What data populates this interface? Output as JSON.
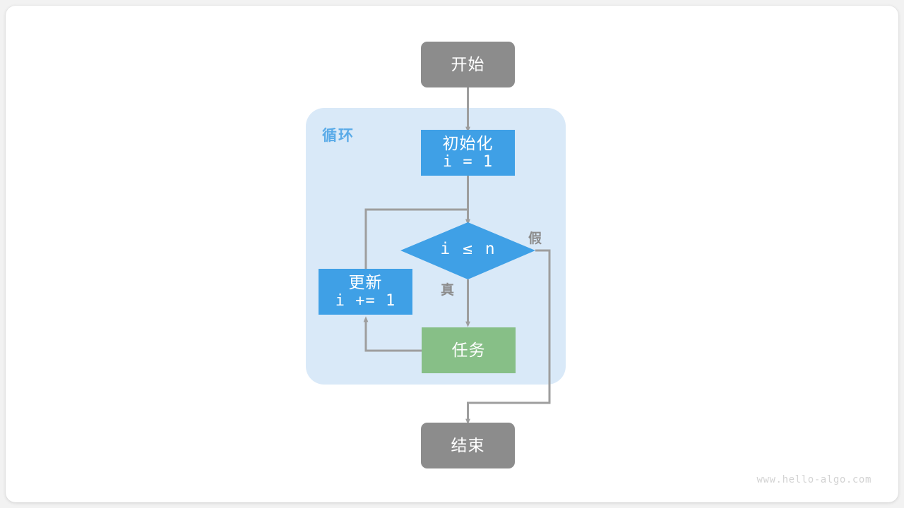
{
  "diagram": {
    "title": "for-loop-flowchart",
    "watermark": "www.hello-algo.com",
    "colors": {
      "terminal_gray": "#8c8c8c",
      "process_blue": "#3fa0e6",
      "process_green": "#87bf87",
      "loop_container_bg": "#d9e9f8",
      "loop_label_blue": "#5aabe8",
      "connector_gray": "#9e9e9e",
      "canvas_white": "#ffffff",
      "page_backdrop": "#f2f2f2",
      "watermark_gray": "#d3d3d3"
    },
    "loop_group": {
      "label": "循环"
    },
    "nodes": {
      "start": {
        "label": "开始",
        "shape": "terminal"
      },
      "init": {
        "label": "初始化",
        "code": "i = 1",
        "shape": "process"
      },
      "decision": {
        "label": "i ≤ n",
        "shape": "diamond"
      },
      "update": {
        "label": "更新",
        "code": "i += 1",
        "shape": "process"
      },
      "task": {
        "label": "任务",
        "shape": "process"
      },
      "end": {
        "label": "结束",
        "shape": "terminal"
      }
    },
    "branch_labels": {
      "true": "真",
      "false": "假"
    }
  }
}
